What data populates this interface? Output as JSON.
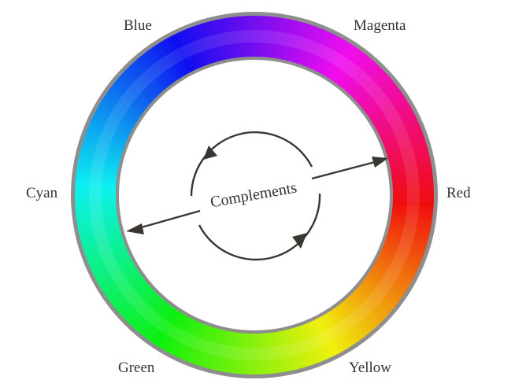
{
  "labels": {
    "blue": "Blue",
    "magenta": "Magenta",
    "red": "Red",
    "yellow": "Yellow",
    "green": "Green",
    "cyan": "Cyan",
    "center": "Complements"
  },
  "colors": {
    "ring_border": "#8e8e8e",
    "arrow": "#3a3632",
    "text": "#333333"
  }
}
